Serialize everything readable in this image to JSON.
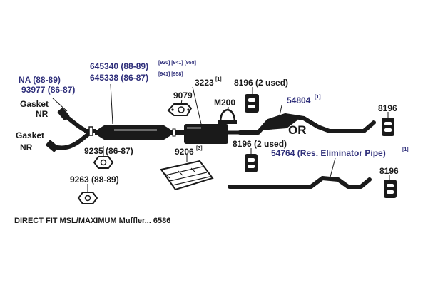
{
  "colors": {
    "ink": "#1a1a1a",
    "accent": "#2e2e7a",
    "light": "#dcdcdc"
  },
  "labels": {
    "na": "NA (88-89)",
    "p93977": "93977 (86-87)",
    "gasket_top": "Gasket",
    "nr_top": "NR",
    "gasket_bottom": "Gasket",
    "nr_bottom": "NR",
    "p645340": "645340 (88-89)",
    "p645340_refs": "[920] [941] [958]",
    "p645338": "645338 (86-87)",
    "p645338_refs": "[941] [958]",
    "p3223": "3223",
    "p3223_ref": "[1]",
    "p9079": "9079",
    "m200": "M200",
    "p8196_top": "8196 (2 used)",
    "p54804": "54804",
    "p54804_ref": "[1]",
    "or": "OR",
    "p8196_right": "8196",
    "p9235": "9235 (86-87)",
    "p9206": "9206",
    "p9206_ref": "[3]",
    "p8196_mid": "8196 (2 used)",
    "p54764": "54764 (Res. Eliminator Pipe)",
    "p54764_ref": "[1]",
    "p8196_right2": "8196",
    "p9263": "9263 (88-89)",
    "footer": "DIRECT FIT MSL/MAXIMUM Muffler... 6586"
  }
}
